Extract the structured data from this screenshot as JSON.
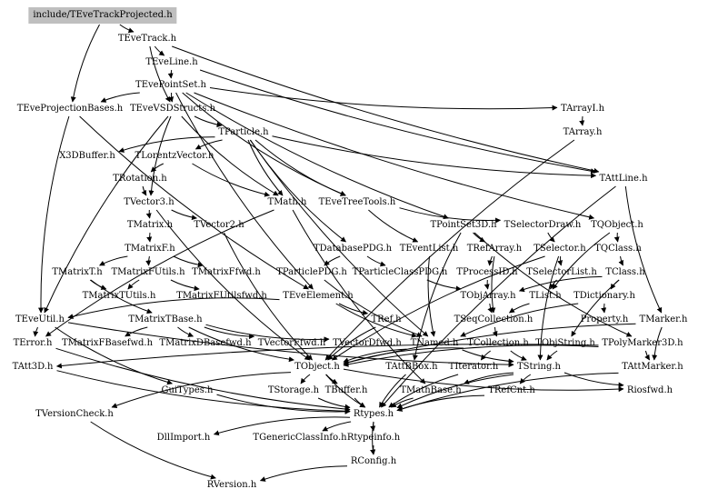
{
  "nodes": [
    {
      "id": "root",
      "label": "include/TEveTrackProjected.h",
      "root": true
    },
    {
      "id": "TEveTrack",
      "label": "TEveTrack.h"
    },
    {
      "id": "TEveLine",
      "label": "TEveLine.h"
    },
    {
      "id": "TEvePointSet",
      "label": "TEvePointSet.h"
    },
    {
      "id": "TEveProjectionBases",
      "label": "TEveProjectionBases.h"
    },
    {
      "id": "TEveVSDStructs",
      "label": "TEveVSDStructs.h"
    },
    {
      "id": "TArrayI",
      "label": "TArrayI.h"
    },
    {
      "id": "TParticle",
      "label": "TParticle.h"
    },
    {
      "id": "TArray",
      "label": "TArray.h"
    },
    {
      "id": "X3DBuffer",
      "label": "X3DBuffer.h"
    },
    {
      "id": "TLorentzVector",
      "label": "TLorentzVector.h"
    },
    {
      "id": "TAttLine",
      "label": "TAttLine.h"
    },
    {
      "id": "TRotation",
      "label": "TRotation.h"
    },
    {
      "id": "TVector3",
      "label": "TVector3.h"
    },
    {
      "id": "TMath",
      "label": "TMath.h"
    },
    {
      "id": "TEveTreeTools",
      "label": "TEveTreeTools.h"
    },
    {
      "id": "TMatrix",
      "label": "TMatrix.h"
    },
    {
      "id": "TVector2",
      "label": "TVector2.h"
    },
    {
      "id": "TPointSet3D",
      "label": "TPointSet3D.h"
    },
    {
      "id": "TSelectorDraw",
      "label": "TSelectorDraw.h"
    },
    {
      "id": "TQObject",
      "label": "TQObject.h"
    },
    {
      "id": "TMatrixF",
      "label": "TMatrixF.h"
    },
    {
      "id": "TDatabasePDG",
      "label": "TDatabasePDG.h"
    },
    {
      "id": "TEventList",
      "label": "TEventList.h"
    },
    {
      "id": "TRefArray",
      "label": "TRefArray.h"
    },
    {
      "id": "TSelector",
      "label": "TSelector.h"
    },
    {
      "id": "TQClass",
      "label": "TQClass.h"
    },
    {
      "id": "TMatrixT",
      "label": "TMatrixT.h"
    },
    {
      "id": "TMatrixFUtils",
      "label": "TMatrixFUtils.h"
    },
    {
      "id": "TMatrixFfwd",
      "label": "TMatrixFfwd.h"
    },
    {
      "id": "TParticlePDG",
      "label": "TParticlePDG.h"
    },
    {
      "id": "TParticleClassPDG",
      "label": "TParticleClassPDG.h"
    },
    {
      "id": "TProcessID",
      "label": "TProcessID.h"
    },
    {
      "id": "TSelectorList",
      "label": "TSelectorList.h"
    },
    {
      "id": "TClass",
      "label": "TClass.h"
    },
    {
      "id": "TMatrixTUtils",
      "label": "TMatrixTUtils.h"
    },
    {
      "id": "TMatrixFUtilsfwd",
      "label": "TMatrixFUtilsfwd.h"
    },
    {
      "id": "TEveElement",
      "label": "TEveElement.h"
    },
    {
      "id": "TObjArray",
      "label": "TObjArray.h"
    },
    {
      "id": "TList",
      "label": "TList.h"
    },
    {
      "id": "TDictionary",
      "label": "TDictionary.h"
    },
    {
      "id": "TEveUtil",
      "label": "TEveUtil.h"
    },
    {
      "id": "TMatrixTBase",
      "label": "TMatrixTBase.h"
    },
    {
      "id": "TRef",
      "label": "TRef.h"
    },
    {
      "id": "TSeqCollection",
      "label": "TSeqCollection.h"
    },
    {
      "id": "Property",
      "label": "Property.h"
    },
    {
      "id": "TMarker",
      "label": "TMarker.h"
    },
    {
      "id": "TError",
      "label": "TError.h"
    },
    {
      "id": "TMatrixFBasefwd",
      "label": "TMatrixFBasefwd.h"
    },
    {
      "id": "TMatrixDBasefwd",
      "label": "TMatrixDBasefwd.h"
    },
    {
      "id": "TVectorFfwd",
      "label": "TVectorFfwd.h"
    },
    {
      "id": "TVectorDfwd",
      "label": "TVectorDfwd.h"
    },
    {
      "id": "TNamed",
      "label": "TNamed.h"
    },
    {
      "id": "TCollection",
      "label": "TCollection.h"
    },
    {
      "id": "TObjString",
      "label": "TObjString.h"
    },
    {
      "id": "TPolyMarker3D",
      "label": "TPolyMarker3D.h"
    },
    {
      "id": "TAtt3D",
      "label": "TAtt3D.h"
    },
    {
      "id": "TObject",
      "label": "TObject.h"
    },
    {
      "id": "TAttBBox",
      "label": "TAttBBox.h"
    },
    {
      "id": "TIterator",
      "label": "TIterator.h"
    },
    {
      "id": "TString",
      "label": "TString.h"
    },
    {
      "id": "TAttMarker",
      "label": "TAttMarker.h"
    },
    {
      "id": "GuiTypes",
      "label": "GuiTypes.h"
    },
    {
      "id": "TStorage",
      "label": "TStorage.h"
    },
    {
      "id": "TBuffer",
      "label": "TBuffer.h"
    },
    {
      "id": "TMathBase",
      "label": "TMathBase.h"
    },
    {
      "id": "TRefCnt",
      "label": "TRefCnt.h"
    },
    {
      "id": "Riosfwd",
      "label": "Riosfwd.h"
    },
    {
      "id": "TVersionCheck",
      "label": "TVersionCheck.h"
    },
    {
      "id": "Rtypes",
      "label": "Rtypes.h"
    },
    {
      "id": "DllImport",
      "label": "DllImport.h"
    },
    {
      "id": "TGenericClassInfo",
      "label": "TGenericClassInfo.h"
    },
    {
      "id": "Rtypeinfo",
      "label": "Rtypeinfo.h"
    },
    {
      "id": "RConfig",
      "label": "RConfig.h"
    },
    {
      "id": "RVersion",
      "label": "RVersion.h"
    }
  ],
  "edges": [
    [
      "root",
      "TEveTrack"
    ],
    [
      "root",
      "TEveProjectionBases"
    ],
    [
      "TEveTrack",
      "TEveLine"
    ],
    [
      "TEveTrack",
      "TEveVSDStructs"
    ],
    [
      "TEveTrack",
      "TAttLine"
    ],
    [
      "TEveLine",
      "TEvePointSet"
    ],
    [
      "TEveLine",
      "TAttLine"
    ],
    [
      "TEvePointSet",
      "TEveProjectionBases"
    ],
    [
      "TEvePointSet",
      "TEveVSDStructs"
    ],
    [
      "TEvePointSet",
      "TArrayI"
    ],
    [
      "TEvePointSet",
      "TEveTreeTools"
    ],
    [
      "TEvePointSet",
      "TPointSet3D"
    ],
    [
      "TEvePointSet",
      "TQObject"
    ],
    [
      "TEvePointSet",
      "TEveElement"
    ],
    [
      "TEveProjectionBases",
      "TEveUtil"
    ],
    [
      "TEveProjectionBases",
      "TEveElement"
    ],
    [
      "TEveVSDStructs",
      "TParticle"
    ],
    [
      "TEveVSDStructs",
      "TVector3"
    ],
    [
      "TEveVSDStructs",
      "TMath"
    ],
    [
      "TEveVSDStructs",
      "TEveUtil"
    ],
    [
      "TArrayI",
      "TArray"
    ],
    [
      "TArray",
      "TObject"
    ],
    [
      "TParticle",
      "X3DBuffer"
    ],
    [
      "TParticle",
      "TLorentzVector"
    ],
    [
      "TParticle",
      "TAttLine"
    ],
    [
      "TParticle",
      "TMath"
    ],
    [
      "TParticle",
      "TDatabasePDG"
    ],
    [
      "TParticle",
      "TEveTreeTools"
    ],
    [
      "TParticle",
      "TNamed"
    ],
    [
      "TLorentzVector",
      "TRotation"
    ],
    [
      "TLorentzVector",
      "TMath"
    ],
    [
      "TRotation",
      "TVector3"
    ],
    [
      "TVector3",
      "TMatrix"
    ],
    [
      "TVector3",
      "TVector2"
    ],
    [
      "TVector3",
      "TObject"
    ],
    [
      "TVector2",
      "TObject"
    ],
    [
      "TMatrix",
      "TMatrixF"
    ],
    [
      "TMatrixF",
      "TMatrixT"
    ],
    [
      "TMatrixF",
      "TMatrixFUtils"
    ],
    [
      "TMatrixF",
      "TMatrixFfwd"
    ],
    [
      "TMatrixT",
      "TMatrixTUtils"
    ],
    [
      "TMatrixT",
      "TMatrixTBase"
    ],
    [
      "TMatrixFUtils",
      "TMatrixFUtilsfwd"
    ],
    [
      "TMatrixFUtils",
      "TMatrixTUtils"
    ],
    [
      "TMatrixTBase",
      "TMatrixFBasefwd"
    ],
    [
      "TMatrixTBase",
      "TMatrixDBasefwd"
    ],
    [
      "TMatrixTBase",
      "TVectorFfwd"
    ],
    [
      "TMatrixTBase",
      "TVectorDfwd"
    ],
    [
      "TMatrixTBase",
      "TObject"
    ],
    [
      "TMath",
      "TError"
    ],
    [
      "TMath",
      "TMathBase"
    ],
    [
      "TEveTreeTools",
      "TSelectorDraw"
    ],
    [
      "TEveTreeTools",
      "TEventList"
    ],
    [
      "TPointSet3D",
      "TPolyMarker3D"
    ],
    [
      "TPointSet3D",
      "TRefArray"
    ],
    [
      "TPointSet3D",
      "TAttBBox"
    ],
    [
      "TSelectorDraw",
      "TSelector"
    ],
    [
      "TSelector",
      "TSelectorList"
    ],
    [
      "TSelector",
      "TString"
    ],
    [
      "TSelector",
      "TObject"
    ],
    [
      "TSelectorList",
      "TList"
    ],
    [
      "TQObject",
      "TQClass"
    ],
    [
      "TQObject",
      "TList"
    ],
    [
      "TQClass",
      "TClass"
    ],
    [
      "TClass",
      "TDictionary"
    ],
    [
      "TClass",
      "TObjArray"
    ],
    [
      "TClass",
      "TObjString"
    ],
    [
      "TDictionary",
      "Property"
    ],
    [
      "TDictionary",
      "TNamed"
    ],
    [
      "TDatabasePDG",
      "TParticlePDG"
    ],
    [
      "TDatabasePDG",
      "TParticleClassPDG"
    ],
    [
      "TParticlePDG",
      "TNamed"
    ],
    [
      "TParticleClassPDG",
      "TObjArray"
    ],
    [
      "TEventList",
      "TNamed"
    ],
    [
      "TRefArray",
      "TProcessID"
    ],
    [
      "TRefArray",
      "TSeqCollection"
    ],
    [
      "TProcessID",
      "TObjArray"
    ],
    [
      "TObjArray",
      "TSeqCollection"
    ],
    [
      "TList",
      "TSeqCollection"
    ],
    [
      "TSeqCollection",
      "TCollection"
    ],
    [
      "TCollection",
      "TObject"
    ],
    [
      "TCollection",
      "TIterator"
    ],
    [
      "TCollection",
      "TString"
    ],
    [
      "TObjString",
      "TString"
    ],
    [
      "TEveElement",
      "TEveUtil"
    ],
    [
      "TEveElement",
      "TRef"
    ],
    [
      "TEveElement",
      "TNamed"
    ],
    [
      "TEveUtil",
      "TError"
    ],
    [
      "TEveUtil",
      "GuiTypes"
    ],
    [
      "TEveUtil",
      "TString"
    ],
    [
      "TRef",
      "TObject"
    ],
    [
      "TNamed",
      "TObject"
    ],
    [
      "TNamed",
      "TString"
    ],
    [
      "TPolyMarker3D",
      "TObject"
    ],
    [
      "TPolyMarker3D",
      "TAttMarker"
    ],
    [
      "TPolyMarker3D",
      "TAtt3D"
    ],
    [
      "TMarker",
      "TObject"
    ],
    [
      "TMarker",
      "TAttMarker"
    ],
    [
      "TAttLine",
      "Rtypes"
    ],
    [
      "TAttLine",
      "TMarker"
    ],
    [
      "TAttMarker",
      "Rtypes"
    ],
    [
      "TAtt3D",
      "Rtypes"
    ],
    [
      "TAttBBox",
      "Rtypes"
    ],
    [
      "TObject",
      "TStorage"
    ],
    [
      "TObject",
      "TBuffer"
    ],
    [
      "TObject",
      "Riosfwd"
    ],
    [
      "TObject",
      "TVersionCheck"
    ],
    [
      "TObject",
      "Rtypes"
    ],
    [
      "TError",
      "Rtypes"
    ],
    [
      "TIterator",
      "Rtypes"
    ],
    [
      "TString",
      "TRefCnt"
    ],
    [
      "TString",
      "TMathBase"
    ],
    [
      "TString",
      "Riosfwd"
    ],
    [
      "TString",
      "Rtypes"
    ],
    [
      "TMathBase",
      "Rtypes"
    ],
    [
      "TRefCnt",
      "Rtypes"
    ],
    [
      "GuiTypes",
      "Rtypes"
    ],
    [
      "TStorage",
      "Rtypes"
    ],
    [
      "TBuffer",
      "Rtypes"
    ],
    [
      "TVersionCheck",
      "RVersion"
    ],
    [
      "Rtypes",
      "DllImport"
    ],
    [
      "Rtypes",
      "TGenericClassInfo"
    ],
    [
      "Rtypes",
      "Rtypeinfo"
    ],
    [
      "Rtypes",
      "RConfig"
    ],
    [
      "Rtypeinfo",
      "RConfig"
    ],
    [
      "RConfig",
      "RVersion"
    ]
  ]
}
